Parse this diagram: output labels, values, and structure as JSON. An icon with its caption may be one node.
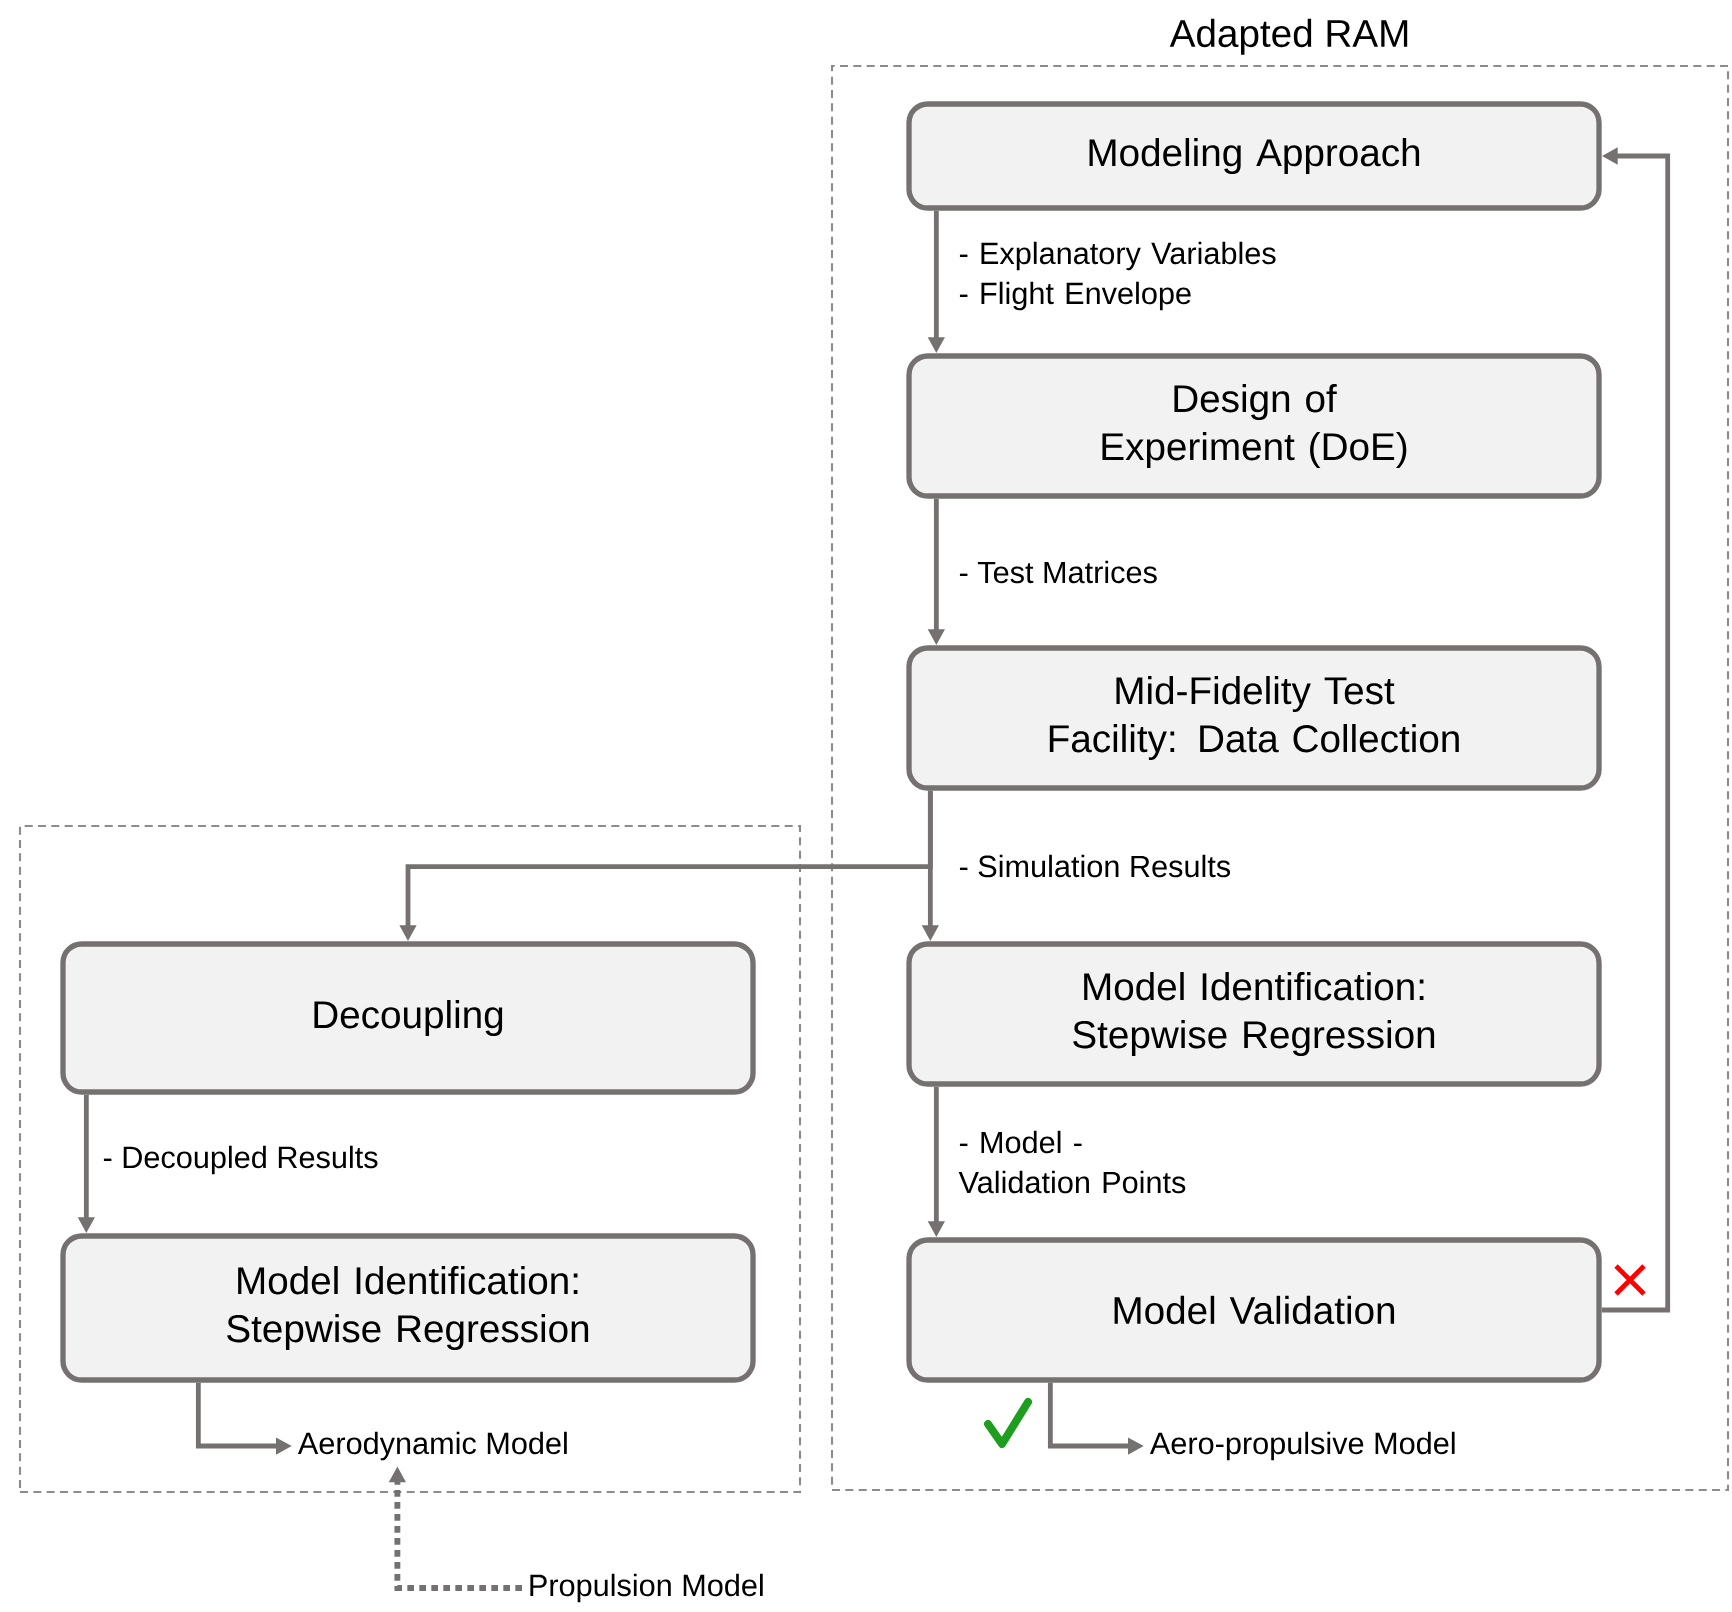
{
  "diagram": {
    "nodes": [
      {
        "text": [
          "Adapted RAM"
        ]
      },
      {
        "text": [
          "Modeling Approach"
        ],
        "in": 0
      },
      {
        "text": [
          "Design of Experiment (DoE)"
        ],
        "in": 0
      },
      {
        "text": [
          "Mid-Fidelity Test Facility: Data Collection"
        ],
        "in": 0
      },
      {
        "text": [
          "Model Identification: Stepwise Regression"
        ],
        "in": 0
      },
      {
        "text": [
          "Model Validation"
        ],
        "in": 0
      },
      {
        "text": [
          "Aero-propulsive Model"
        ],
        "in": 0
      },
      {
        "text": [],
        "shape": "box"
      },
      {
        "text": [
          "Decoupling"
        ],
        "in": 7
      },
      {
        "text": [
          "Model Identification: Stepwise Regression"
        ],
        "in": 7
      },
      {
        "text": [
          "Aerodynamic Model"
        ],
        "in": 7
      },
      {
        "text": [
          "Propulsion Model"
        ]
      }
    ],
    "edges": [
      {
        "from": 1,
        "to": 2,
        "arrow": "to",
        "label": "- Explanatory Variables - Flight Envelope"
      },
      {
        "from": 2,
        "to": 3,
        "arrow": "to",
        "label": "- Test Matrices"
      },
      {
        "from": 3,
        "to": 4,
        "arrow": "to",
        "label": "- Simulation Results"
      },
      {
        "from": 3,
        "to": 8,
        "arrow": "to"
      },
      {
        "from": 4,
        "to": 5,
        "arrow": "to",
        "label": "- Model - Validation Points"
      },
      {
        "from": 5,
        "to": 1,
        "arrow": "to"
      },
      {
        "from": 5,
        "to": 6,
        "arrow": "to"
      },
      {
        "from": 8,
        "to": 9,
        "arrow": "to",
        "label": "- Decoupled Results"
      },
      {
        "from": 9,
        "to": 10,
        "arrow": "to"
      },
      {
        "from": 11,
        "to": 10,
        "arrow": "to",
        "style": "dashed"
      }
    ]
  }
}
